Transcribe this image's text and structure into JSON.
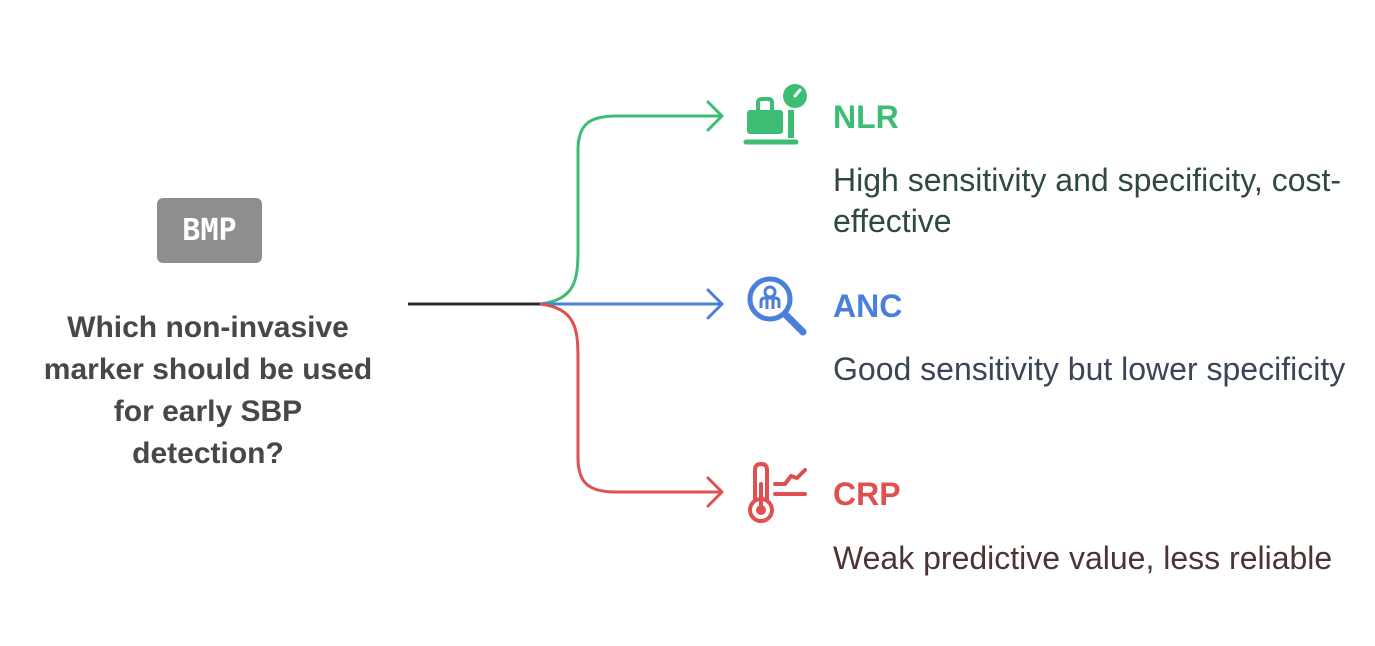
{
  "badge": {
    "label": "BMP"
  },
  "question": "Which non-invasive marker should be used for early SBP detection?",
  "colors": {
    "stem": "#2b2b2b",
    "nlr": "#3cbd73",
    "anc": "#4a7fdc",
    "crp": "#e05050",
    "badge": "#8e8e8e",
    "question": "#474747"
  },
  "options": [
    {
      "title": "NLR",
      "description": "High sensitivity and specificity, cost-effective",
      "icon": "balance-scale-icon",
      "text_color": "#2f4a3c"
    },
    {
      "title": "ANC",
      "description": "Good sensitivity but lower specificity",
      "icon": "magnifier-cells-icon",
      "text_color": "#3a4558"
    },
    {
      "title": "CRP",
      "description": "Weak predictive value, less reliable",
      "icon": "thermometer-trend-icon",
      "text_color": "#4d3434"
    }
  ]
}
